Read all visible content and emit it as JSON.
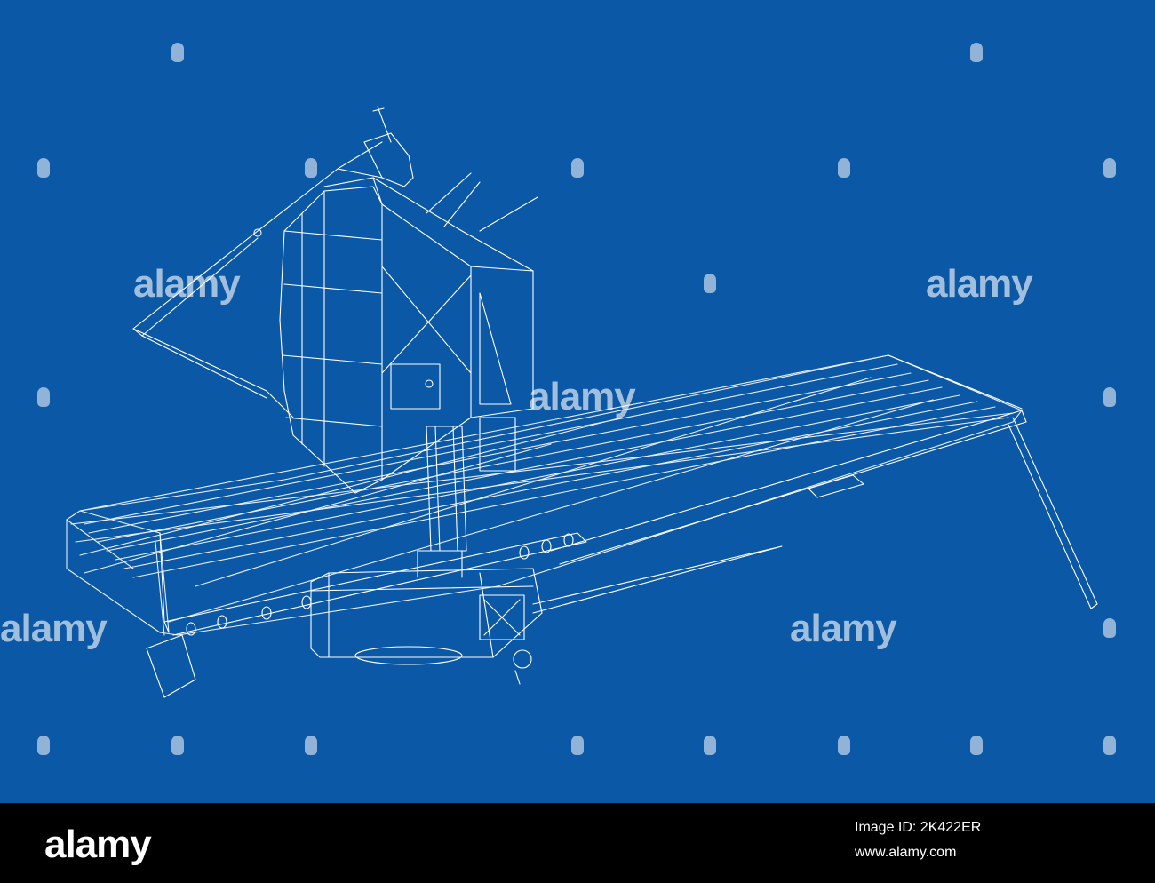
{
  "watermark": {
    "text": "alamy"
  },
  "footer": {
    "logo": "alamy",
    "image_id_line": "Image ID: 2K422ER",
    "url": "www.alamy.com"
  },
  "colors": {
    "background": "#0a58a6",
    "line": "#ffffff",
    "footer": "#000000"
  }
}
